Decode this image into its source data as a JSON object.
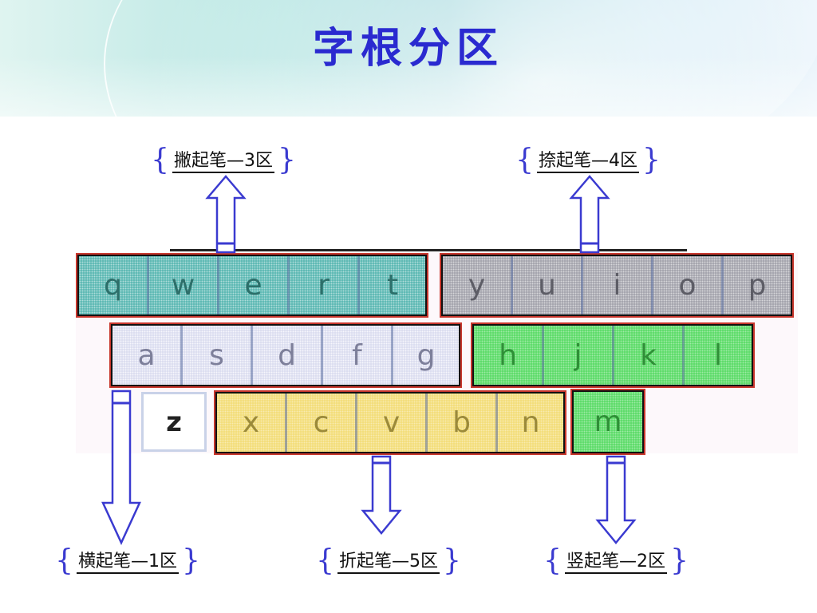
{
  "title": "字根分区",
  "zones": {
    "top_left": "撇起笔—3区",
    "top_right": "捺起笔—4区",
    "bottom_1": "横起笔—1区",
    "bottom_5": "折起笔—5区",
    "bottom_2": "竖起笔—2区"
  },
  "braces": {
    "open": "{",
    "close": "}"
  },
  "keys": {
    "zone3": [
      "q",
      "w",
      "e",
      "r",
      "t"
    ],
    "zone4": [
      "y",
      "u",
      "i",
      "o",
      "p"
    ],
    "zone1": [
      "a",
      "s",
      "d",
      "f",
      "g"
    ],
    "zone2_row2": [
      "h",
      "j",
      "k",
      "l"
    ],
    "zone5": [
      "x",
      "c",
      "v",
      "b",
      "n"
    ],
    "zone2_m": "m",
    "z": "z"
  },
  "colors": {
    "title": "#2a2ad0",
    "zone3": "#4fb3ad",
    "zone4": "#9c9ca6",
    "zone1": "#d7d8ee",
    "zone2": "#52d95f",
    "zone5": "#f2db71",
    "arrow": "#3a3ad0",
    "group_outline": "#c8372d"
  }
}
